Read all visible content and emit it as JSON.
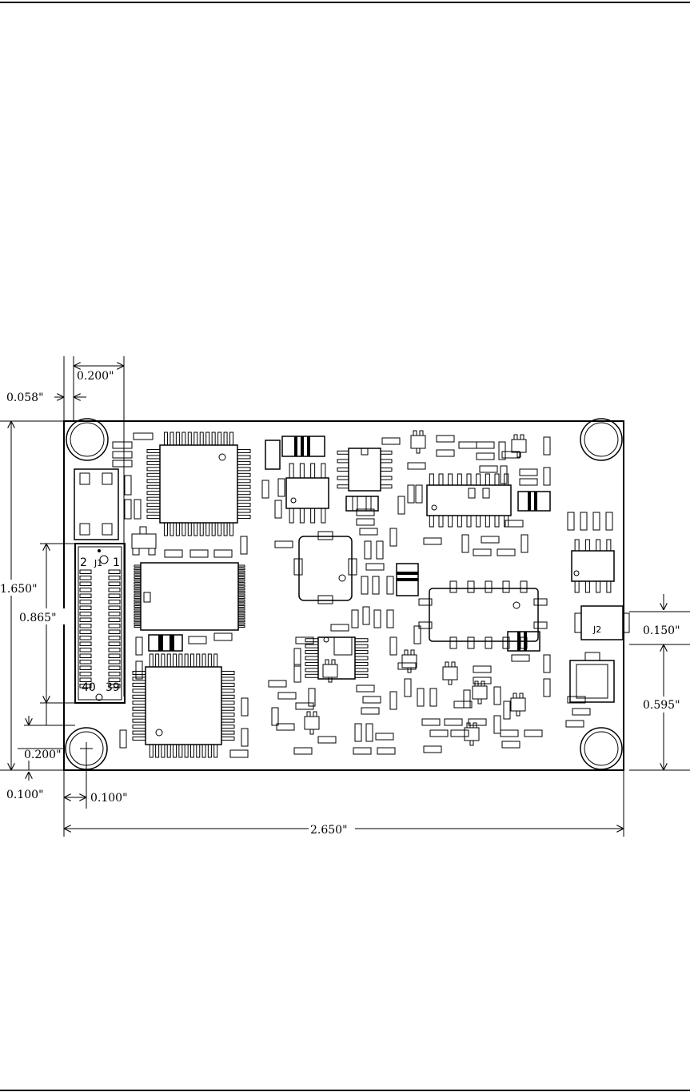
{
  "dimensions": {
    "mount_hole_spacing": "0.200\"",
    "hole_left_offset": "0.058\"",
    "board_height": "1.650\"",
    "connector_length": "0.865\"",
    "connector_bottom_offset": "0.200\"",
    "hole_bottom_offset": "0.100\"",
    "hole_left_inset": "0.100\"",
    "board_width": "2.650\"",
    "j2_height": "0.150\"",
    "j2_offset": "0.595\""
  },
  "connector_j1": {
    "ref": "J1",
    "pin_top_left": "2",
    "pin_top_right": "1",
    "pin_bottom_left": "40",
    "pin_bottom_right": "39"
  },
  "connector_j2": {
    "ref": "J2"
  },
  "colors": {
    "line": "#000000",
    "background": "#ffffff"
  }
}
